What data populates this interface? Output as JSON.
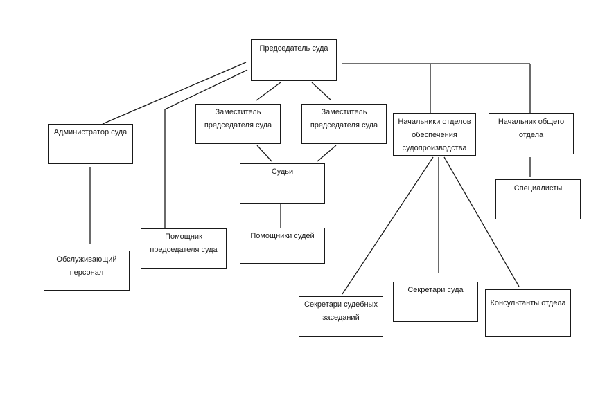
{
  "diagram": {
    "nodes": {
      "chairman": "Председатель суда",
      "administrator": "Администратор суда",
      "service_staff": "Обслуживающий персонал",
      "chairman_assistant": "Помощник председателя суда",
      "deputy_1": "Заместитель председателя суда",
      "deputy_2": "Заместитель председателя суда",
      "judges": "Судьи",
      "judges_assistants": "Помощники судей",
      "proceedings_heads": "Начальники отделов обеспечения судопроизводства",
      "general_dept_head": "Начальник общего отдела",
      "specialists": "Специалисты",
      "hearing_secretaries": "Секретари судебных заседаний",
      "court_secretaries": "Секретари суда",
      "dept_consultants": "Консультанты отдела"
    }
  }
}
